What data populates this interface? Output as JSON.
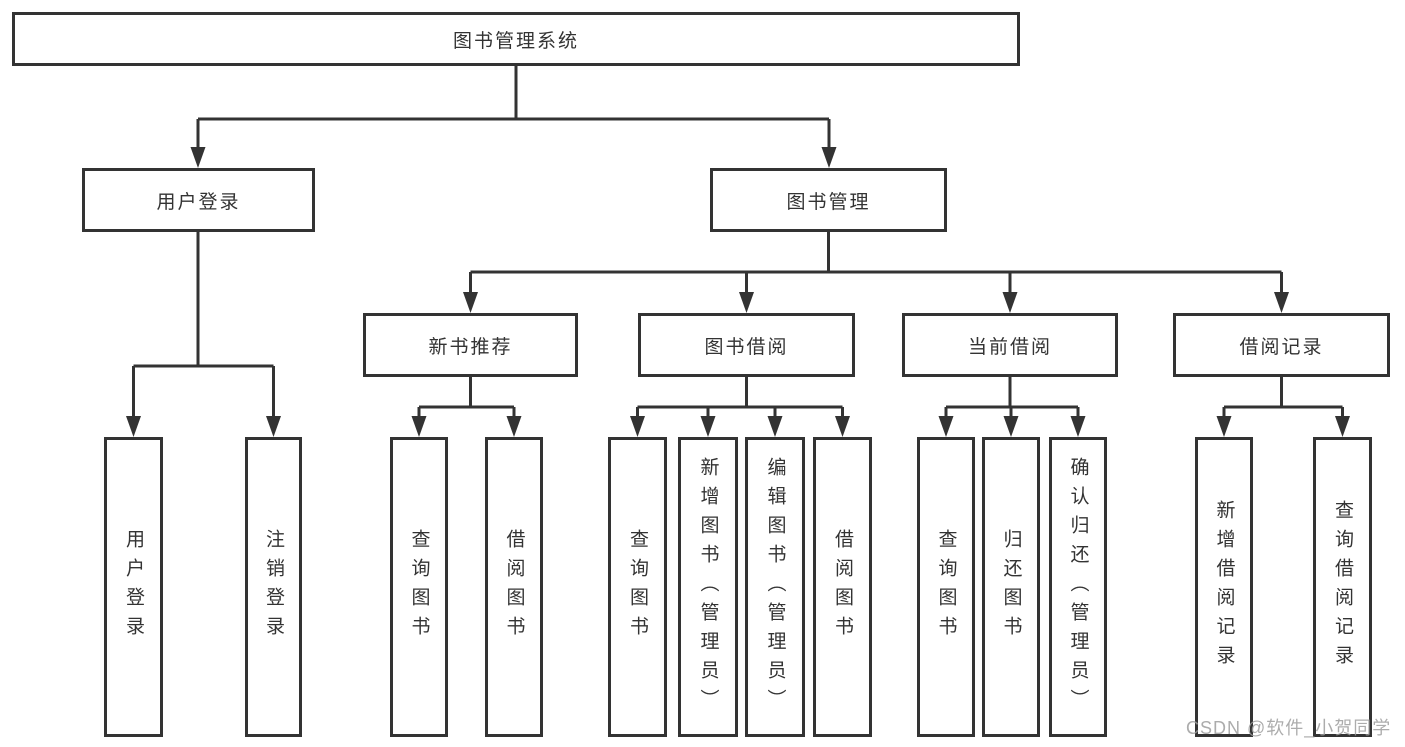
{
  "diagram": {
    "root": {
      "label": "图书管理系统"
    },
    "level1": [
      {
        "id": "user-login",
        "label": "用户登录"
      },
      {
        "id": "book-management",
        "label": "图书管理"
      }
    ],
    "level2": [
      {
        "id": "new-book-recommend",
        "parent": "book-management",
        "label": "新书推荐"
      },
      {
        "id": "book-borrowing",
        "parent": "book-management",
        "label": "图书借阅"
      },
      {
        "id": "current-borrowing",
        "parent": "book-management",
        "label": "当前借阅"
      },
      {
        "id": "borrowing-records",
        "parent": "book-management",
        "label": "借阅记录"
      }
    ],
    "leaves": [
      {
        "parent": "user-login",
        "label": "用户登录"
      },
      {
        "parent": "user-login",
        "label": "注销登录"
      },
      {
        "parent": "new-book-recommend",
        "label": "查询图书"
      },
      {
        "parent": "new-book-recommend",
        "label": "借阅图书"
      },
      {
        "parent": "book-borrowing",
        "label": "查询图书"
      },
      {
        "parent": "book-borrowing",
        "label": "新增图书（管理员）"
      },
      {
        "parent": "book-borrowing",
        "label": "编辑图书（管理员）"
      },
      {
        "parent": "book-borrowing",
        "label": "借阅图书"
      },
      {
        "parent": "current-borrowing",
        "label": "查询图书"
      },
      {
        "parent": "current-borrowing",
        "label": "归还图书"
      },
      {
        "parent": "current-borrowing",
        "label": "确认归还（管理员）"
      },
      {
        "parent": "borrowing-records",
        "label": "新增借阅记录"
      },
      {
        "parent": "borrowing-records",
        "label": "查询借阅记录"
      }
    ],
    "watermark": {
      "text": "CSDN @软件_小贺同学"
    },
    "colors": {
      "line": "#333333",
      "box_border": "#333333",
      "text": "#333333",
      "watermark": "#9e9e9e",
      "background": "#ffffff"
    }
  }
}
